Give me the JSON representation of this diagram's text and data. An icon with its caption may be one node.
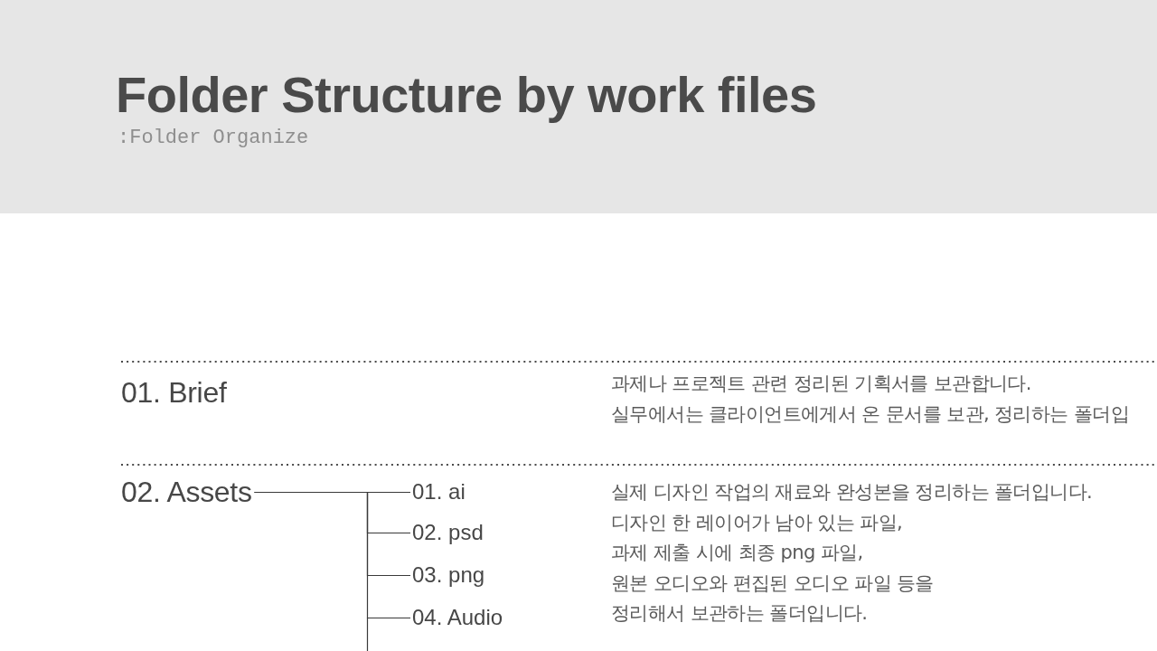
{
  "diagram": {
    "title": "Folder Structure by work files",
    "nodes": [
      {
        "text": [
          "01. Brief"
        ],
        "beside": [
          "과제나 프로젝트 관련 정리된 기획서를 보관합니다.",
          "실무에서는 클라이언트에게서 온 문서를 보관, 정리하는 폴더입"
        ]
      },
      {
        "text": [
          "02. Assets"
        ],
        "beside": [
          "실제 디자인 작업의 재료와 완성본을 정리하는 폴더입니다.",
          "디자인 한 레이어가 남아 있는 파일,",
          "과제 제출 시에 최종 png 파일,",
          "원본 오디오와 편집된 오디오 파일 등을",
          "정리해서 보관하는 폴더입니다."
        ]
      },
      {
        "text": [
          "01. ai"
        ]
      },
      {
        "text": [
          "02. psd"
        ]
      },
      {
        "text": [
          "03. png"
        ]
      },
      {
        "text": [
          "04. Audio"
        ]
      }
    ],
    "edges": [
      {
        "from": 1,
        "to": 2,
        "arrow": "none"
      },
      {
        "from": 1,
        "to": 3,
        "arrow": "none"
      },
      {
        "from": 1,
        "to": 4,
        "arrow": "none"
      },
      {
        "from": 1,
        "to": 5,
        "arrow": "none"
      }
    ],
    "labels": [
      ":Folder Organize"
    ]
  }
}
